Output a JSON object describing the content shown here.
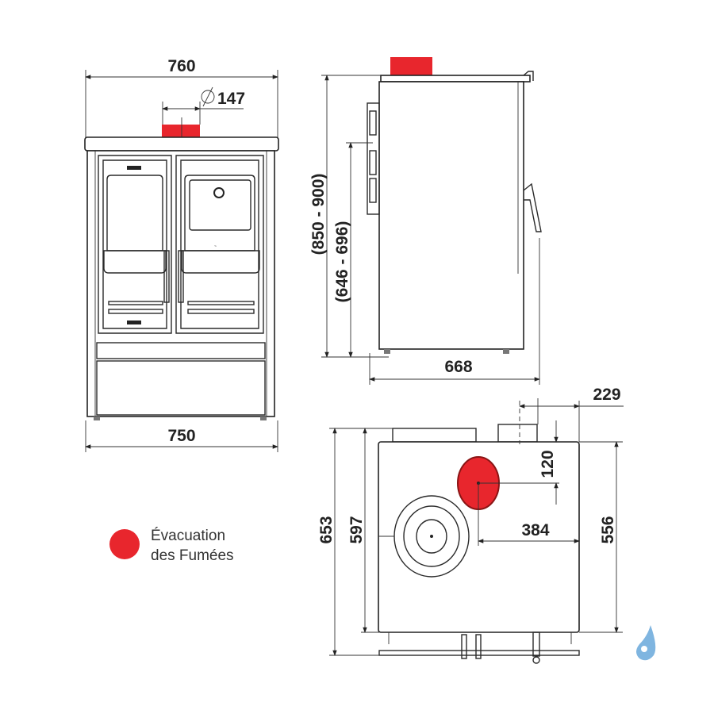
{
  "front_view": {
    "width_top": "760",
    "flue_diameter": "147",
    "width_bottom": "750"
  },
  "side_view": {
    "height_total": "(850 - 900)",
    "height_flue_center": "(646 - 696)",
    "depth": "668"
  },
  "top_view": {
    "depth_total": "653",
    "depth_body": "597",
    "depth_right": "556",
    "flue_offset_back": "120",
    "flue_offset_side": "384",
    "chimney_offset": "229"
  },
  "legend": {
    "line1": "Évacuation",
    "line2": "des Fumées",
    "color": "#e8262d"
  },
  "colors": {
    "flue": "#e8262d",
    "logo": "#7fb5e0"
  }
}
